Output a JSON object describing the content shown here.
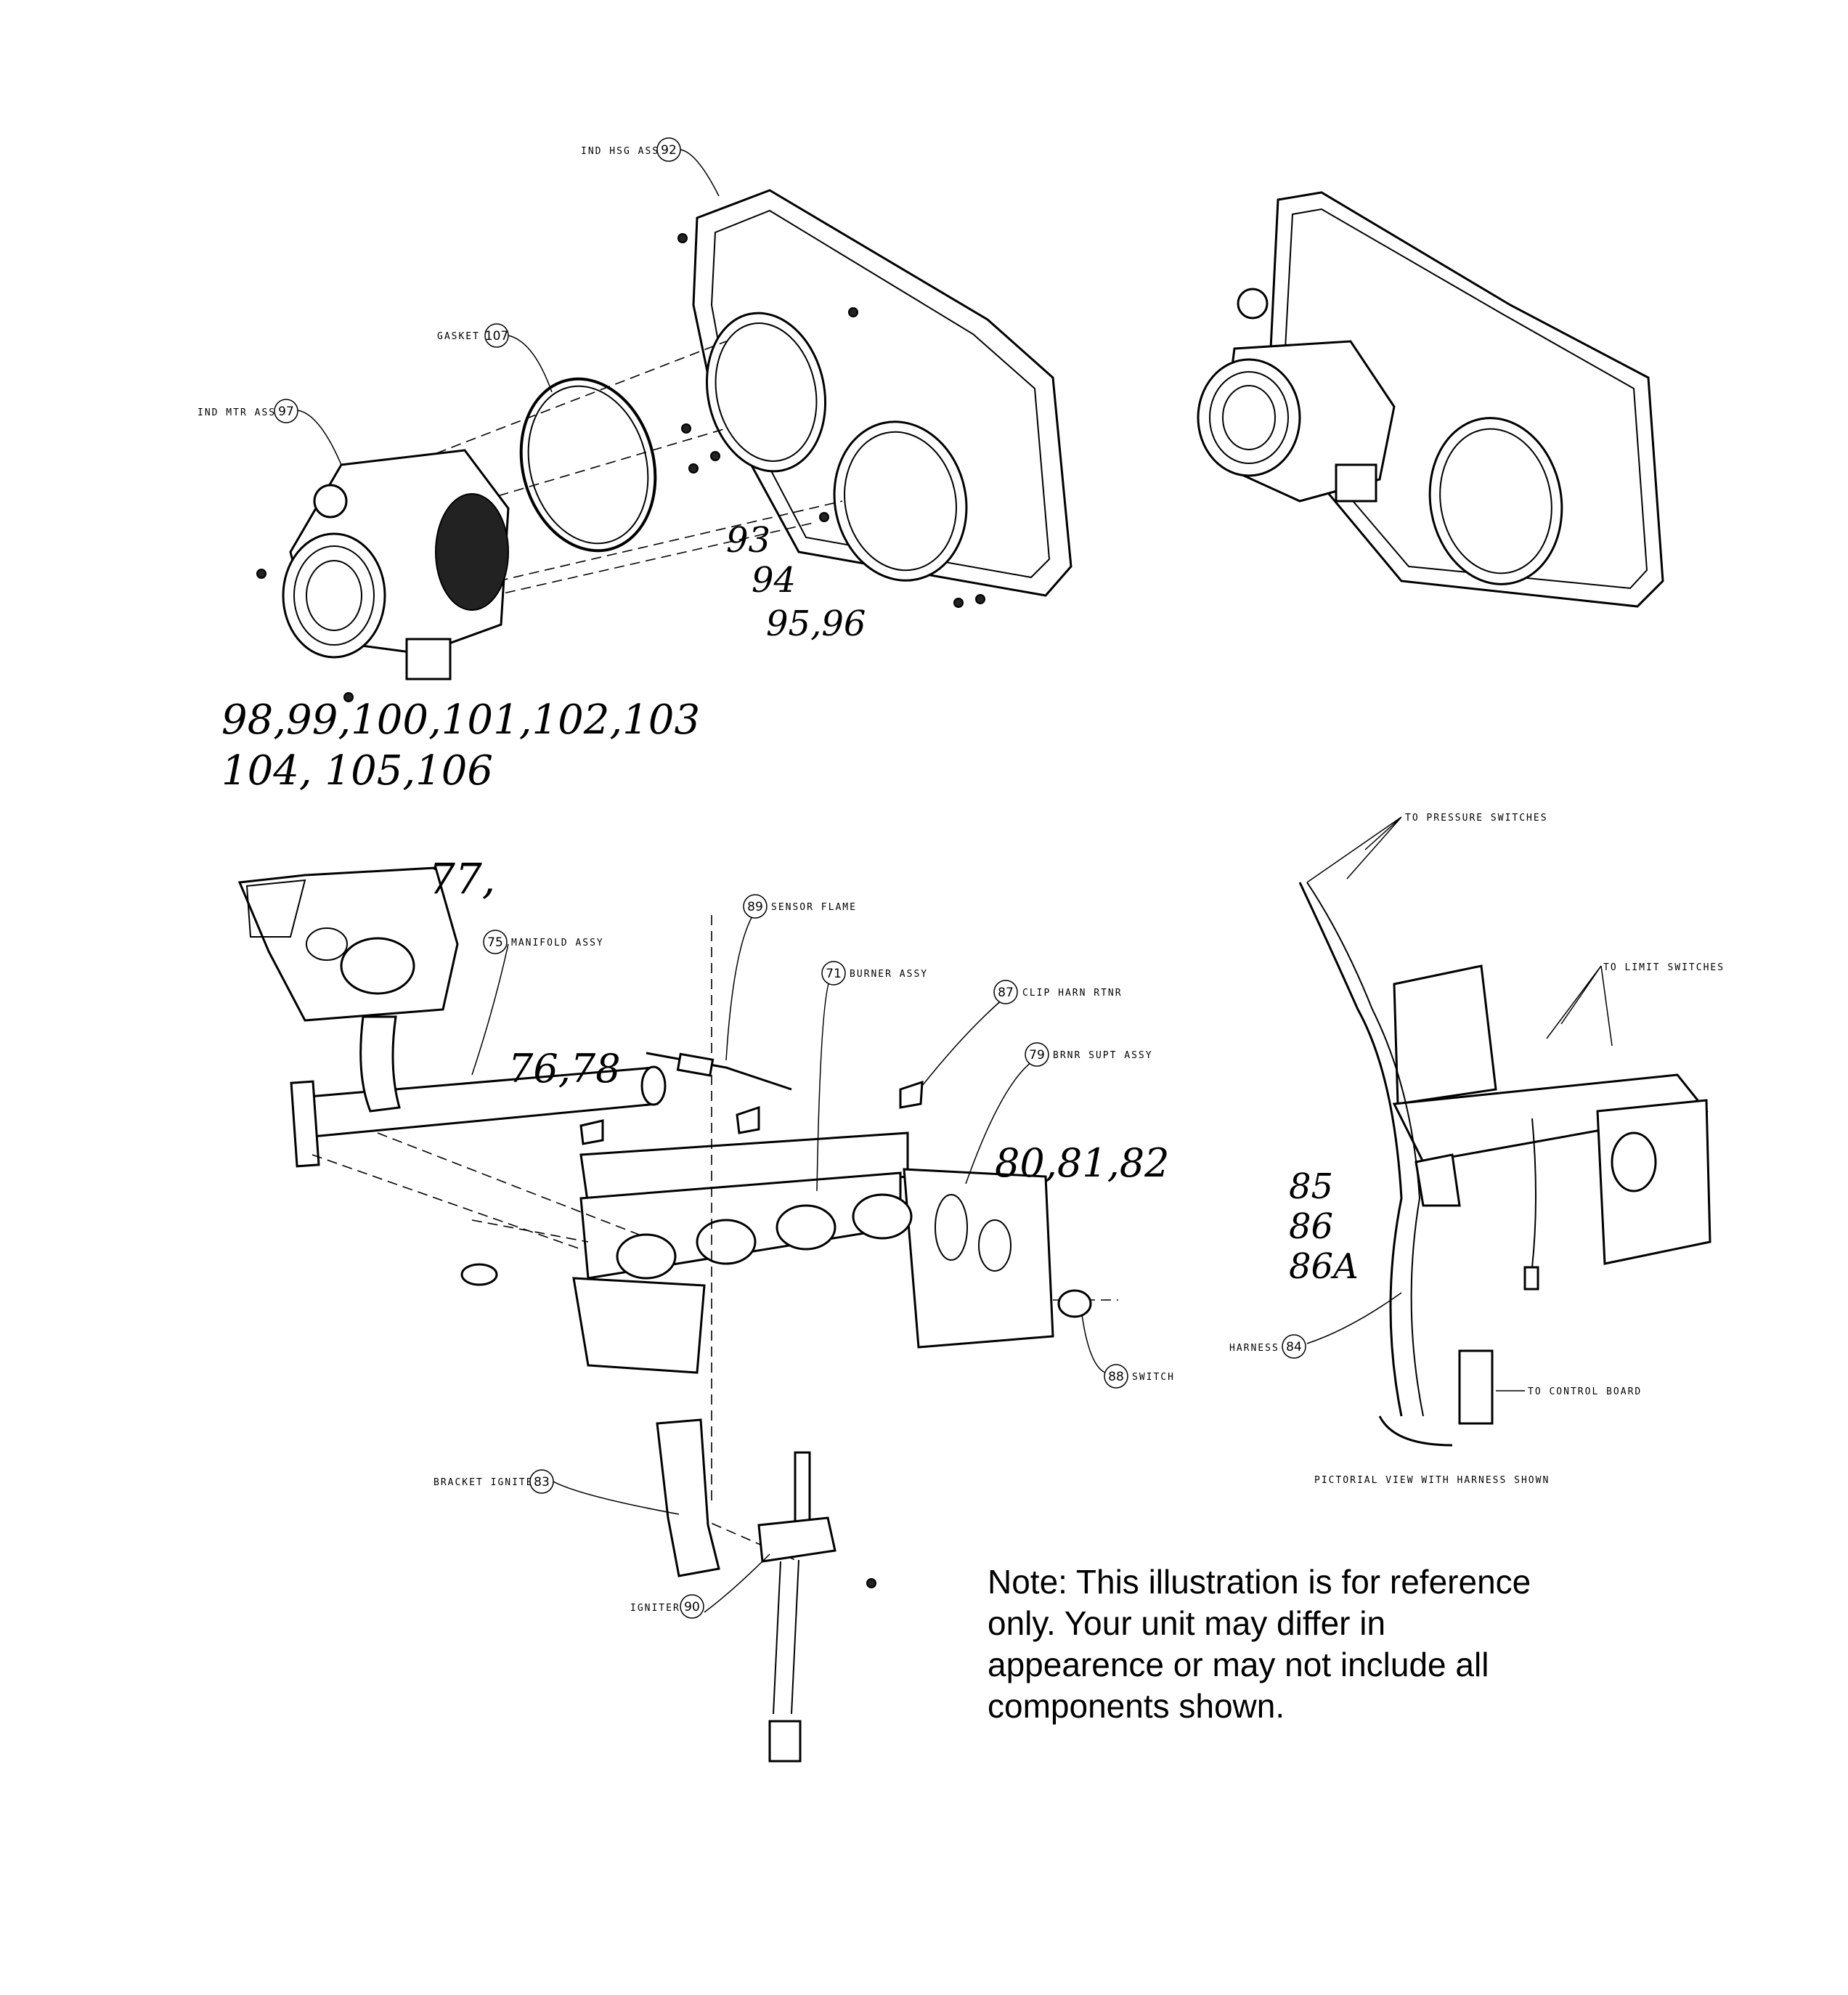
{
  "callouts": {
    "ind_hsg_assy": {
      "label": "IND HSG ASSY",
      "num": "92"
    },
    "gasket": {
      "label": "GASKET",
      "num": "107"
    },
    "ind_mtr_assy": {
      "label": "IND MTR ASSY",
      "num": "97"
    },
    "manifold_assy": {
      "label": "MANIFOLD ASSY",
      "num": "75"
    },
    "sensor_flame": {
      "label": "SENSOR FLAME",
      "num": "89"
    },
    "burner_assy": {
      "label": "BURNER ASSY",
      "num": "71"
    },
    "clip_harn_rtnr": {
      "label": "CLIP HARN RTNR",
      "num": "87"
    },
    "brnr_supt_assy": {
      "label": "BRNR SUPT ASSY",
      "num": "79"
    },
    "switch": {
      "label": "SWITCH",
      "num": "88"
    },
    "bracket_igniter": {
      "label": "BRACKET IGNITER",
      "num": "83"
    },
    "igniter": {
      "label": "IGNITER",
      "num": "90"
    },
    "harness": {
      "label": "HARNESS",
      "num": "84"
    }
  },
  "harness_labels": {
    "pressure": "TO PRESSURE SWITCHES",
    "limit": "TO LIMIT SWITCHES",
    "control": "TO CONTROL BOARD"
  },
  "handwritten": {
    "housing_line1": "93",
    "housing_line2": "94",
    "housing_line3": "95,96",
    "motor_line1": "98,99,100,101,102,103",
    "motor_line2": "104, 105,106",
    "valve": "77,",
    "manifold": "76,78",
    "support": "80,81,82",
    "harness_line1": "85",
    "harness_line2": "86",
    "harness_line3": "86A"
  },
  "caption": "PICTORIAL VIEW WITH HARNESS SHOWN",
  "note": "Note: This illustration is for reference only. Your unit may differ in appearence or may not include all components shown."
}
